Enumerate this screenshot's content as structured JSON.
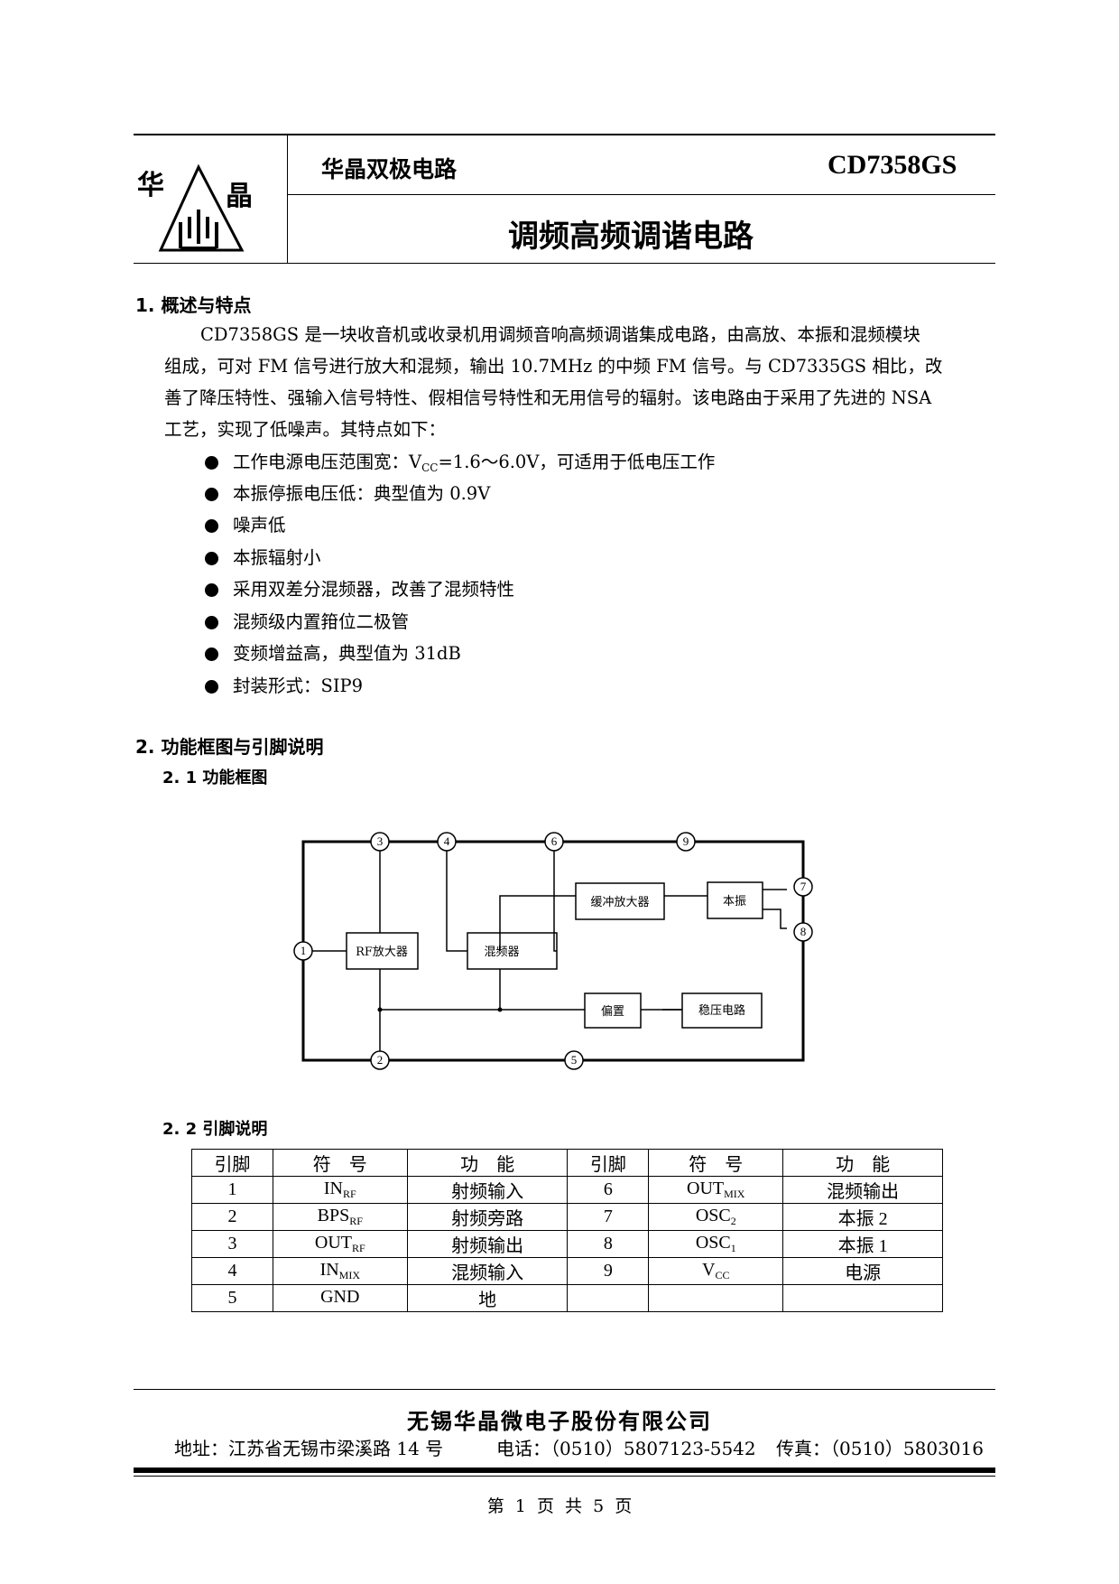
{
  "header": {
    "company": "华晶双极电路",
    "part_number": "CD7358GS",
    "title": "调频高频调谐电路",
    "logo_text_left": "华",
    "logo_text_right": "晶"
  },
  "section1": {
    "heading": "1. 概述与特点",
    "para": [
      "CD7358GS 是一块收音机或收录机用调频音响高频调谐集成电路，由高放、本振和混频模块",
      "组成，可对 FM 信号进行放大和混频，输出 10.7MHz 的中频 FM 信号。与 CD7335GS 相比，改",
      "善了降压特性、强输入信号特性、假相信号特性和无用信号的辐射。该电路由于采用了先进的 NSA",
      "工艺，实现了低噪声。其特点如下："
    ],
    "features": {
      "f1_pre": "工作电源电压范围宽：V",
      "f1_sub": "CC",
      "f1_post": "=1.6～6.0V，可适用于低电压工作",
      "f2": "本振停振电压低：典型值为 0.9V",
      "f3": "噪声低",
      "f4": "本振辐射小",
      "f5": "采用双差分混频器，改善了混频特性",
      "f6": "混频级内置箝位二极管",
      "f7": "变频增益高，典型值为 31dB",
      "f8": "封装形式：SIP9"
    }
  },
  "section2": {
    "heading": "2. 功能框图与引脚说明",
    "sub1": "2. 1 功能框图",
    "sub2": "2. 2  引脚说明"
  },
  "diagram": {
    "rf_amp": "RF放大器",
    "mixer": "混频器",
    "buffer_amp": "缓冲放大器",
    "local_osc": "本振",
    "bias": "偏置",
    "regulator": "稳压电路",
    "pins": {
      "p1": "1",
      "p2": "2",
      "p3": "3",
      "p4": "4",
      "p5": "5",
      "p6": "6",
      "p7": "7",
      "p8": "8",
      "p9": "9"
    }
  },
  "pin_table": {
    "headers": [
      "引脚",
      "符　号",
      "功　能",
      "引脚",
      "符　号",
      "功　能"
    ],
    "rows": [
      {
        "n1": "1",
        "s1": "IN",
        "s1sub": "RF",
        "f1": "射频输入",
        "n2": "6",
        "s2": "OUT",
        "s2sub": "MIX",
        "f2": "混频输出"
      },
      {
        "n1": "2",
        "s1": "BPS",
        "s1sub": "RF",
        "f1": "射频旁路",
        "n2": "7",
        "s2": "OSC",
        "s2sub": "2",
        "f2": "本振 2"
      },
      {
        "n1": "3",
        "s1": "OUT",
        "s1sub": "RF",
        "f1": "射频输出",
        "n2": "8",
        "s2": "OSC",
        "s2sub": "1",
        "f2": "本振 1"
      },
      {
        "n1": "4",
        "s1": "IN",
        "s1sub": "MIX",
        "f1": "混频输入",
        "n2": "9",
        "s2": "V",
        "s2sub": "CC",
        "f2": "电源"
      },
      {
        "n1": "5",
        "s1": "GND",
        "s1sub": "",
        "f1": "地",
        "n2": "",
        "s2": "",
        "s2sub": "",
        "f2": ""
      }
    ]
  },
  "footer": {
    "company": "无锡华晶微电子股份有限公司",
    "address": "地址：江苏省无锡市梁溪路 14 号",
    "phone": "电话：（0510）5807123-5542",
    "fax": "传真：（0510）5803016",
    "page": "第  1  页  共  5  页"
  }
}
